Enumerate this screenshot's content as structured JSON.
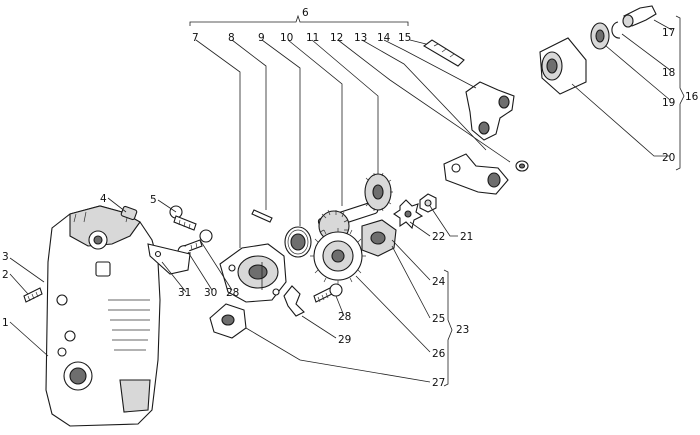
{
  "labels": {
    "l1": "1",
    "l2": "2",
    "l3": "3",
    "l4": "4",
    "l5": "5",
    "l6": "6",
    "l7": "7",
    "l8": "8",
    "l9": "9",
    "l10": "10",
    "l11": "11",
    "l12": "12",
    "l13": "13",
    "l14": "14",
    "l15": "15",
    "l16": "16",
    "l17": "17",
    "l18": "18",
    "l19": "19",
    "l20": "20",
    "l21": "21",
    "l22": "22",
    "l23": "23",
    "l24": "24",
    "l25": "25",
    "l26": "26",
    "l27": "27",
    "l28a": "28",
    "l28b": "28",
    "l29": "29",
    "l30": "30",
    "l31": "31"
  }
}
